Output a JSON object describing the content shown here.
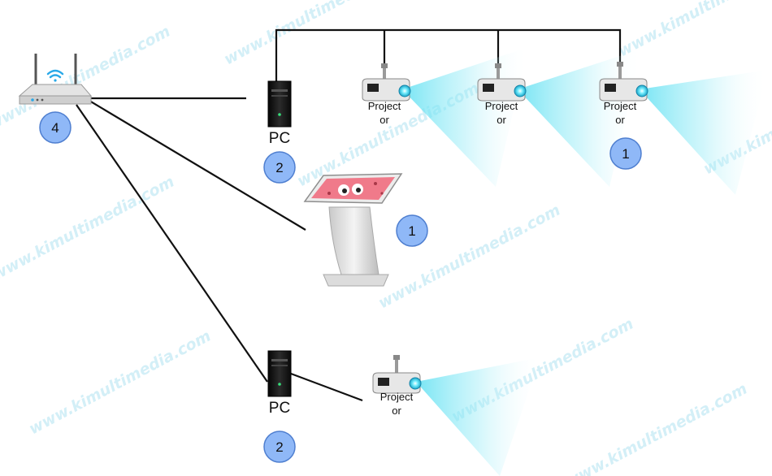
{
  "diagram": {
    "watermark_text": "www.kimultimedia.com",
    "labels": {
      "pc": "PC",
      "projector_line1": "Project",
      "projector_line2": "or"
    },
    "badges": {
      "router": "4",
      "pc_top": "2",
      "pc_bottom": "2",
      "kiosk": "1",
      "projector_group": "1"
    },
    "colors": {
      "badge_fill": "#8fb8f7",
      "badge_stroke": "#4f7fd0",
      "line": "#111111",
      "beam": "#5fe0f2",
      "wifi": "#2aa9e8",
      "kiosk_screen": "#f07a8a",
      "watermark": "#9fdcee"
    }
  }
}
